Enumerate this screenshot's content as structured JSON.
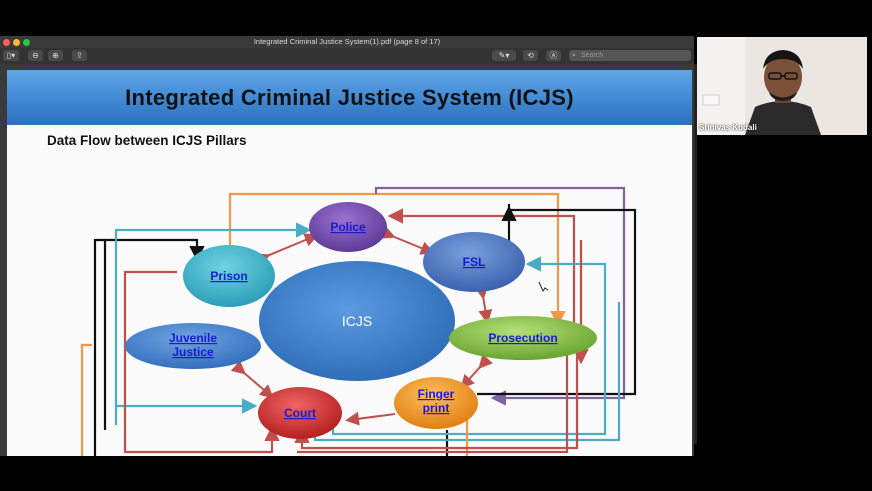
{
  "window": {
    "title": "Integrated Criminal Justice System(1).pdf (page 8 of 17)"
  },
  "toolbar": {
    "search_placeholder": "Search"
  },
  "slide": {
    "title": "Integrated Criminal Justice System (ICJS)",
    "subtitle": "Data Flow between ICJS Pillars",
    "center": "ICJS",
    "nodes": {
      "police": "Police",
      "prison": "Prison",
      "fsl": "FSL",
      "juvenile_1": "Juvenile",
      "juvenile_2": "Justice",
      "prosecution": "Prosecution",
      "court": "Court",
      "finger_1": "Finger",
      "finger_2": "print"
    }
  },
  "video": {
    "participant_name": "Srinivas Kodali"
  },
  "colors": {
    "header_blue": "#3e86d1",
    "icjs": "#3f7fc8",
    "police": "#7a4fb0",
    "prison": "#3fb4c9",
    "fsl": "#4f78c2",
    "juvenile": "#4a86d0",
    "prosecution": "#8bc24a",
    "court": "#d42f2f",
    "fingerprint": "#f19a2a"
  }
}
